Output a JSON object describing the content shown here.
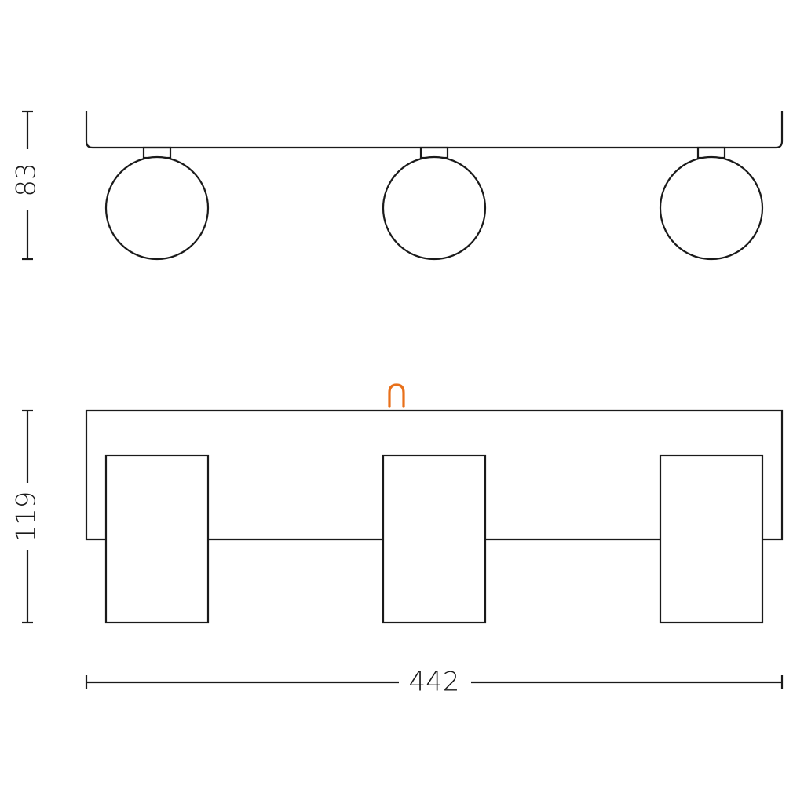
{
  "dimensions": {
    "side_height": "83",
    "front_height": "119",
    "width": "442"
  },
  "colors": {
    "line": "#1a1a1a",
    "accent": "#e8701a",
    "background": "#ffffff"
  }
}
